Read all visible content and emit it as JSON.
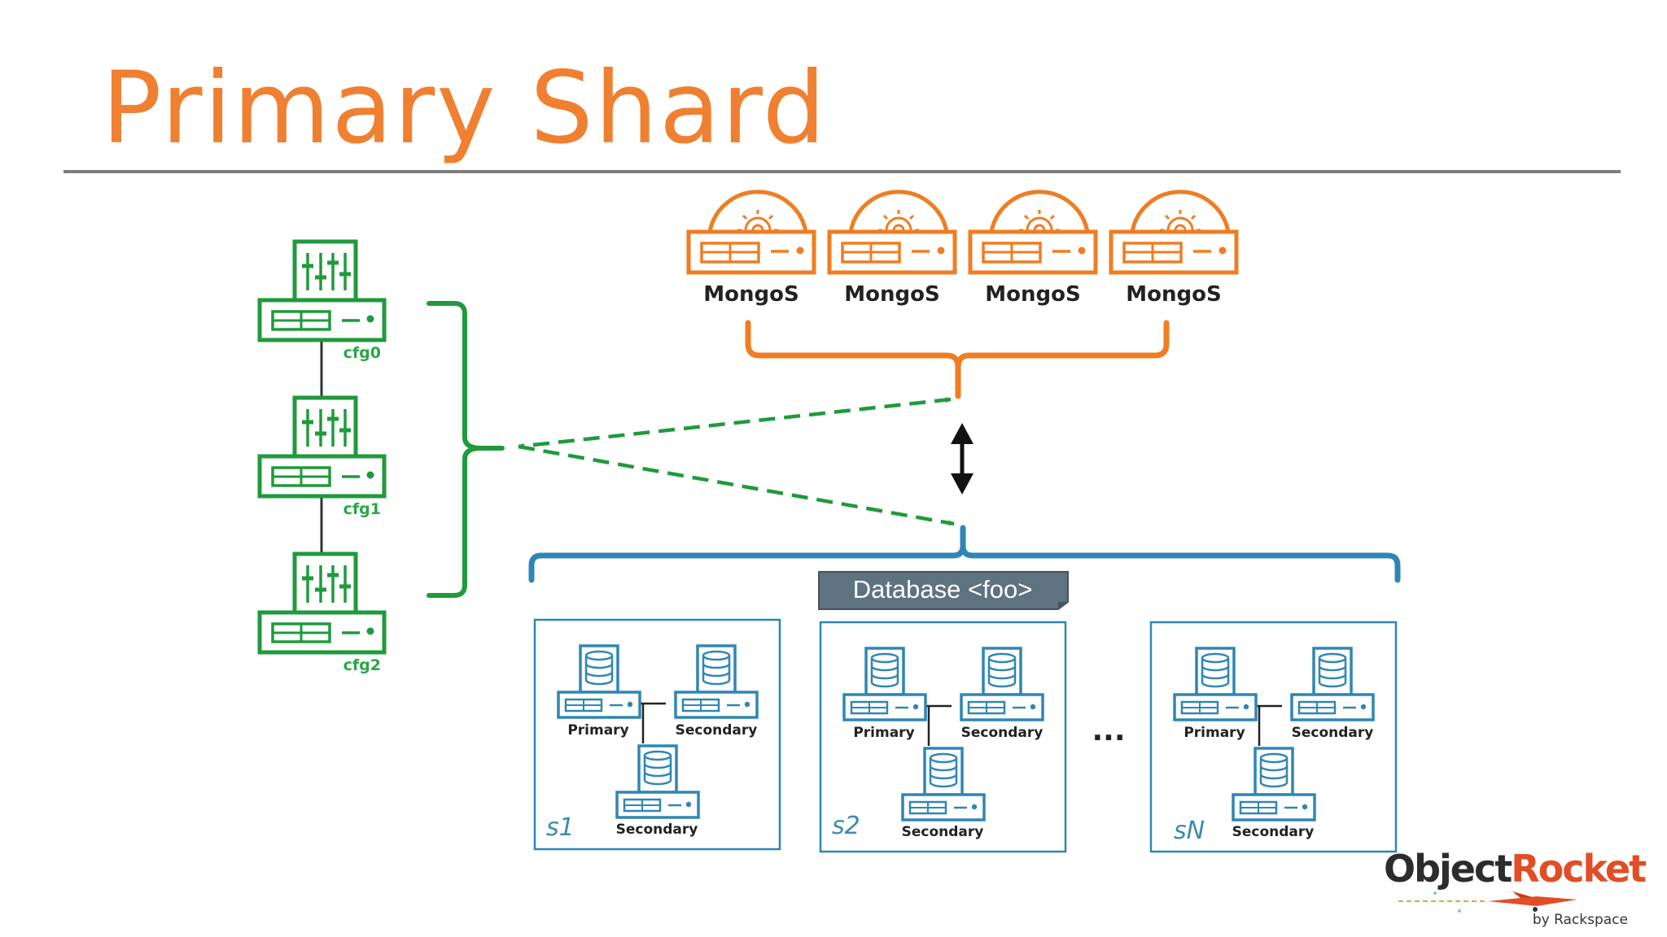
{
  "title": "Primary Shard",
  "config_servers": [
    {
      "label": "cfg0"
    },
    {
      "label": "cfg1"
    },
    {
      "label": "cfg2"
    }
  ],
  "routers": [
    {
      "label": "MongoS"
    },
    {
      "label": "MongoS"
    },
    {
      "label": "MongoS"
    },
    {
      "label": "MongoS"
    }
  ],
  "database_label": "Database <foo>",
  "ellipsis": "...",
  "shards": [
    {
      "label": "s1",
      "primary": "Primary",
      "secondary_a": "Secondary",
      "secondary_b": "Secondary"
    },
    {
      "label": "s2",
      "primary": "Primary",
      "secondary_a": "Secondary",
      "secondary_b": "Secondary"
    },
    {
      "label": "sN",
      "primary": "Primary",
      "secondary_a": "Secondary",
      "secondary_b": "Secondary"
    }
  ],
  "logo": {
    "brand_dark": "Object",
    "brand_accent": "Rocket",
    "tagline": "by Rackspace"
  },
  "colors": {
    "title": "#f08031",
    "router": "#ef7d22",
    "config": "#1f9a3c",
    "shard": "#2f86b4",
    "database_tag": "#5f7280",
    "logo_accent": "#e24d26"
  }
}
